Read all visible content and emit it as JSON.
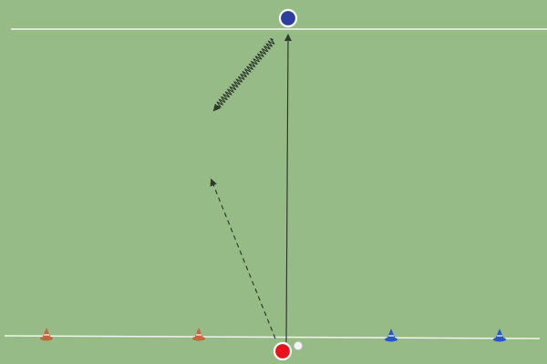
{
  "pitch": {
    "color": "#97bb86",
    "line_color": "#f2f5ee"
  },
  "players": [
    {
      "id": "blue-player",
      "team": "blue",
      "color": "#2d3f9e",
      "outline": "#ffffff"
    },
    {
      "id": "red-player",
      "team": "red",
      "color": "#e8141c",
      "outline": "#ffffff"
    }
  ],
  "ball": {
    "color": "#f4f4f4",
    "outline": "#c8c8c8"
  },
  "cones": [
    {
      "color": "orange",
      "fill": "#c0683a",
      "icon": "cone-icon"
    },
    {
      "color": "orange",
      "fill": "#c0683a",
      "icon": "cone-icon"
    },
    {
      "color": "blue",
      "fill": "#2a55c8",
      "icon": "cone-icon"
    },
    {
      "color": "blue",
      "fill": "#2a55c8",
      "icon": "cone-icon"
    }
  ],
  "movements": [
    {
      "type": "pass",
      "style": "solid",
      "color": "#2e3a2e"
    },
    {
      "type": "run",
      "style": "dashed",
      "color": "#2e3a2e"
    },
    {
      "type": "dribble",
      "style": "wavy",
      "color": "#2e3a2e"
    }
  ]
}
